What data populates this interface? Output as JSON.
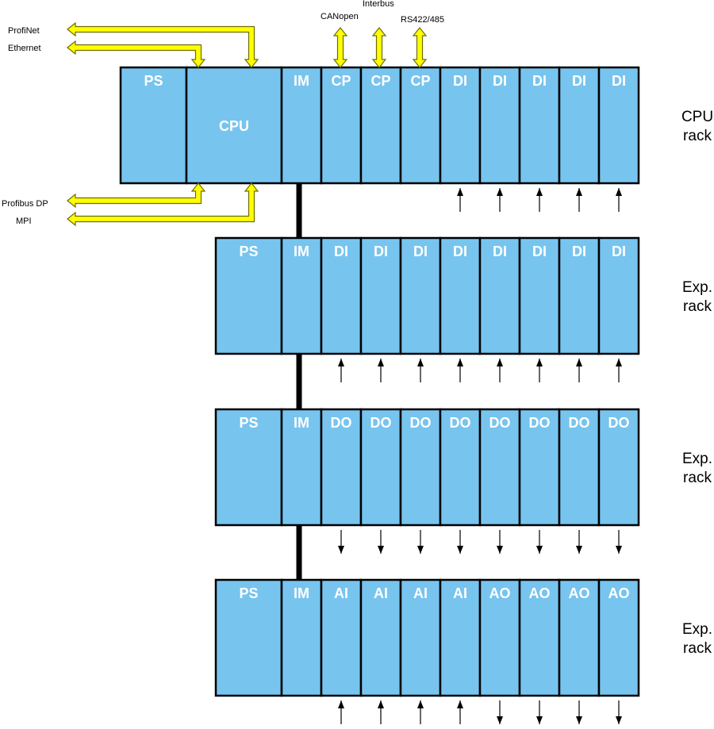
{
  "colors": {
    "module_fill": "#77c4ef",
    "bus_arrow_fill": "#ffff00",
    "bus_arrow_stroke": "#6e6e00"
  },
  "bus_labels": {
    "profinet": "ProfiNet",
    "ethernet": "Ethernet",
    "canopen": "CANopen",
    "interbus": "Interbus",
    "rs422": "RS422/485",
    "profibus": "Profibus DP",
    "mpi": "MPI"
  },
  "racks": [
    {
      "label_line1": "CPU",
      "label_line2": "rack",
      "modules": [
        "PS",
        "CPU",
        "IM",
        "CP",
        "CP",
        "CP",
        "DI",
        "DI",
        "DI",
        "DI",
        "DI"
      ],
      "io": [
        "",
        "",
        "",
        "",
        "",
        "",
        "in",
        "in",
        "in",
        "in",
        "in"
      ]
    },
    {
      "label_line1": "Exp.",
      "label_line2": "rack",
      "modules": [
        "PS",
        "IM",
        "DI",
        "DI",
        "DI",
        "DI",
        "DI",
        "DI",
        "DI",
        "DI"
      ],
      "io": [
        "",
        "",
        "in",
        "in",
        "in",
        "in",
        "in",
        "in",
        "in",
        "in"
      ]
    },
    {
      "label_line1": "Exp.",
      "label_line2": "rack",
      "modules": [
        "PS",
        "IM",
        "DO",
        "DO",
        "DO",
        "DO",
        "DO",
        "DO",
        "DO",
        "DO"
      ],
      "io": [
        "",
        "",
        "out",
        "out",
        "out",
        "out",
        "out",
        "out",
        "out",
        "out"
      ]
    },
    {
      "label_line1": "Exp.",
      "label_line2": "rack",
      "modules": [
        "PS",
        "IM",
        "AI",
        "AI",
        "AI",
        "AI",
        "AO",
        "AO",
        "AO",
        "AO"
      ],
      "io": [
        "",
        "",
        "in",
        "in",
        "in",
        "in",
        "out",
        "out",
        "out",
        "out"
      ]
    }
  ]
}
